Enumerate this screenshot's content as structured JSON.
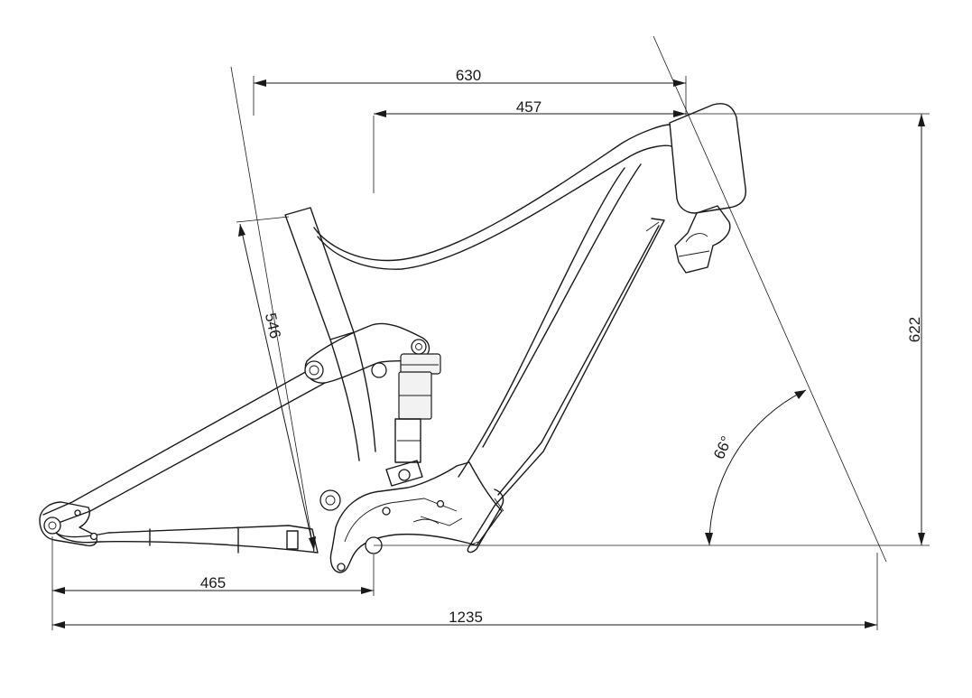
{
  "dimensions": {
    "reach_top": "630",
    "reach_inner": "457",
    "seat_tube": "546",
    "stack": "622",
    "head_angle": "66°",
    "chainstay": "465",
    "wheelbase": "1235"
  },
  "colors": {
    "line": "#1a1a1a",
    "background": "#ffffff"
  }
}
